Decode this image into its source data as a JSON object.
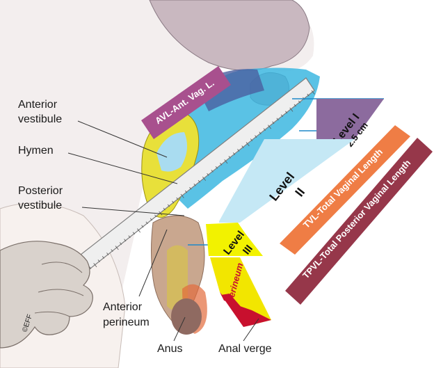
{
  "labels": {
    "anterior_vestibule_line1": "Anterior",
    "anterior_vestibule_line2": "vestibule",
    "hymen": "Hymen",
    "posterior_vestibule_line1": "Posterior",
    "posterior_vestibule_line2": "vestibule",
    "anterior_perineum_line1": "Anterior",
    "anterior_perineum_line2": "perineum",
    "anus": "Anus",
    "anal_verge": "Anal verge",
    "copyright": "©EFF"
  },
  "bands": {
    "avl": "AVL-Ant. Vag. L.",
    "level1_title": "Level I",
    "level1_sub": "2.5 cm",
    "level2_title_a": "Level",
    "level2_title_b": "II",
    "level3_title_a": "Level",
    "level3_title_b": "III",
    "perineum": "Perineum",
    "tvl": "TVL-Total Vaginal Length",
    "tpvl": "TPVL-Total Posterior Vaginal Length"
  },
  "colors": {
    "avl": "#a8508e",
    "level1": "#8c6b9e",
    "level2": "#c5e8f5",
    "level3": "#f2f200",
    "perineum": "#f2e600",
    "perineum_red": "#c8102e",
    "tvl": "#ef7d45",
    "tpvl": "#96374a",
    "line_blue": "#1e88c8",
    "ruler": "#f2f2f2"
  },
  "icons": {
    "hand": "hand-illustration",
    "ruler": "measuring-ruler"
  }
}
